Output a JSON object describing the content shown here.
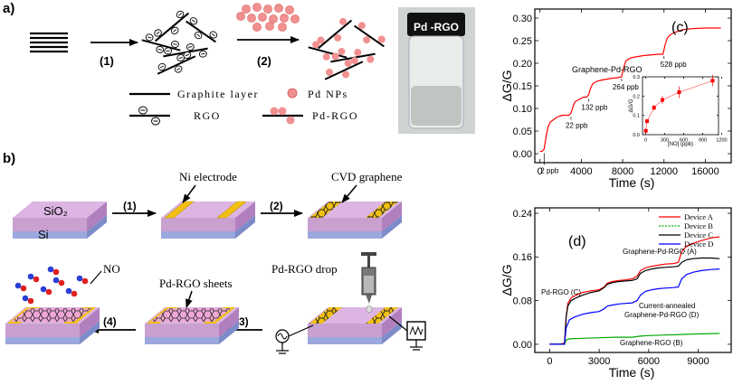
{
  "panel_a": {
    "label": "a)",
    "step1": "(1)",
    "step2": "(2)",
    "vial_label": "Pd -RGO",
    "legend": {
      "graphite": "Graphite layer",
      "pd": "Pd NPs",
      "rgo": "RGO",
      "pdrgo": "Pd-RGO"
    }
  },
  "panel_b": {
    "label": "b)",
    "sio2": "SiO₂",
    "si": "Si",
    "ni": "Ni electrode",
    "cvd": "CVD graphene",
    "pdrgo_drop": "Pd-RGO drop",
    "pdrgo_sheets": "Pd-RGO sheets",
    "no": "NO",
    "s1": "(1)",
    "s2": "(2)",
    "s3": "(3)",
    "s4": "(4)"
  },
  "chart_data": [
    {
      "type": "line",
      "panel": "(c)",
      "xlabel": "Time (s)",
      "ylabel": "ΔG/G",
      "xlim": [
        -500,
        18500
      ],
      "ylim": [
        -0.02,
        0.32
      ],
      "xticks": [
        0,
        4000,
        8000,
        12000,
        16000
      ],
      "yticks": [
        0.0,
        0.05,
        0.1,
        0.15,
        0.2,
        0.25,
        0.3
      ],
      "series_label": "Graphene-Pd-RGO",
      "series": [
        {
          "color": "#ff0000",
          "x": [
            0,
            200,
            400,
            600,
            800,
            1000,
            1300,
            1600,
            1900,
            2200,
            2500,
            2800,
            3000,
            3200,
            3400,
            3800,
            4200,
            4500,
            4700,
            4900,
            5100,
            5500,
            6000,
            6500,
            7000,
            7500,
            7900,
            8100,
            8300,
            8600,
            9000,
            9500,
            10000,
            10500,
            11000,
            11500,
            11900,
            12100,
            12300,
            12600,
            13000,
            13500,
            14000,
            15000,
            16000,
            17000,
            17500
          ],
          "y": [
            0.005,
            0.005,
            0.01,
            0.04,
            0.06,
            0.07,
            0.075,
            0.08,
            0.083,
            0.085,
            0.085,
            0.085,
            0.09,
            0.105,
            0.115,
            0.12,
            0.125,
            0.125,
            0.13,
            0.145,
            0.155,
            0.16,
            0.163,
            0.165,
            0.167,
            0.168,
            0.17,
            0.19,
            0.205,
            0.21,
            0.213,
            0.215,
            0.217,
            0.218,
            0.219,
            0.22,
            0.22,
            0.24,
            0.255,
            0.263,
            0.268,
            0.272,
            0.275,
            0.277,
            0.278,
            0.278,
            0.278
          ]
        }
      ],
      "annotations": [
        {
          "text": "2 ppb",
          "x": 400,
          "y": 0.005
        },
        {
          "text": "22 ppb",
          "x": 3000,
          "y": 0.085
        },
        {
          "text": "132 ppb",
          "x": 4700,
          "y": 0.125
        },
        {
          "text": "264 ppb",
          "x": 7900,
          "y": 0.17
        },
        {
          "text": "528 ppb",
          "x": 12000,
          "y": 0.22
        }
      ],
      "inset": {
        "xlabel": "[NO] (ppb)",
        "ylabel": "ΔG/G",
        "xlim": [
          -50,
          1150
        ],
        "ylim": [
          0,
          0.3
        ],
        "xticks": [
          0,
          300,
          600,
          900,
          1200
        ],
        "yticks": [
          0.0,
          0.1,
          0.2,
          0.3
        ],
        "x": [
          2,
          22,
          132,
          264,
          528,
          1056
        ],
        "y": [
          0.02,
          0.07,
          0.14,
          0.18,
          0.22,
          0.28
        ],
        "err": [
          0.01,
          0.01,
          0.015,
          0.02,
          0.03,
          0.03
        ]
      }
    },
    {
      "type": "line",
      "panel": "(d)",
      "xlabel": "Time (s)",
      "ylabel": "ΔG/G",
      "xlim": [
        -900,
        11000
      ],
      "ylim": [
        -0.015,
        0.25
      ],
      "xticks": [
        0,
        3000,
        6000,
        9000
      ],
      "yticks": [
        0.0,
        0.08,
        0.16,
        0.24
      ],
      "series": [
        {
          "name": "Device A",
          "color": "#ff0000",
          "label": "Graphene-Pd-RGO (A)",
          "x": [
            0,
            600,
            900,
            1000,
            1100,
            1300,
            1600,
            2000,
            2500,
            3000,
            3300,
            3500,
            3800,
            4200,
            4600,
            5000,
            5300,
            5500,
            5800,
            6200,
            6600,
            7000,
            7500,
            7800,
            8000,
            8300,
            8700,
            9200,
            9800,
            10300
          ],
          "y": [
            0.0,
            0.0,
            0.002,
            0.05,
            0.075,
            0.085,
            0.09,
            0.095,
            0.098,
            0.1,
            0.105,
            0.112,
            0.115,
            0.117,
            0.118,
            0.12,
            0.125,
            0.135,
            0.14,
            0.143,
            0.145,
            0.147,
            0.148,
            0.15,
            0.17,
            0.18,
            0.185,
            0.19,
            0.195,
            0.197
          ]
        },
        {
          "name": "Device B",
          "color": "#00aa00",
          "label": "Graphene-RGO (B)",
          "x": [
            0,
            900,
            1000,
            1200,
            2000,
            3000,
            4000,
            5000,
            5500,
            6000,
            7000,
            8000,
            9000,
            10300
          ],
          "y": [
            0.0,
            0.0,
            0.008,
            0.01,
            0.011,
            0.012,
            0.013,
            0.013,
            0.015,
            0.016,
            0.017,
            0.018,
            0.019,
            0.02
          ]
        },
        {
          "name": "Device C",
          "color": "#000000",
          "label": "Pd-RGO (C)",
          "x": [
            0,
            900,
            1000,
            1100,
            1300,
            1600,
            2000,
            2500,
            3000,
            3300,
            3500,
            3800,
            4200,
            4600,
            5000,
            5300,
            5500,
            5800,
            6200,
            6600,
            7000,
            7500,
            7800,
            8000,
            8300,
            8700,
            9200,
            9800,
            10300
          ],
          "y": [
            0.0,
            0.0,
            0.05,
            0.07,
            0.08,
            0.085,
            0.09,
            0.095,
            0.098,
            0.104,
            0.11,
            0.113,
            0.115,
            0.116,
            0.117,
            0.12,
            0.13,
            0.135,
            0.138,
            0.14,
            0.141,
            0.142,
            0.143,
            0.15,
            0.155,
            0.157,
            0.158,
            0.158,
            0.157
          ]
        },
        {
          "name": "Device D",
          "color": "#0000ff",
          "label": "Current-annealed Graphene-Pd-RGO (D)",
          "x": [
            0,
            900,
            1000,
            1200,
            1500,
            2000,
            2500,
            3000,
            3300,
            3500,
            3800,
            4200,
            4600,
            5000,
            5300,
            5500,
            5800,
            6200,
            6600,
            7000,
            7500,
            7800,
            8000,
            8300,
            8700,
            9200,
            9800,
            10300
          ],
          "y": [
            0.0,
            0.0,
            0.03,
            0.045,
            0.05,
            0.055,
            0.058,
            0.06,
            0.065,
            0.07,
            0.072,
            0.074,
            0.075,
            0.076,
            0.08,
            0.09,
            0.097,
            0.1,
            0.102,
            0.103,
            0.104,
            0.105,
            0.12,
            0.128,
            0.132,
            0.135,
            0.137,
            0.138
          ]
        }
      ]
    }
  ]
}
